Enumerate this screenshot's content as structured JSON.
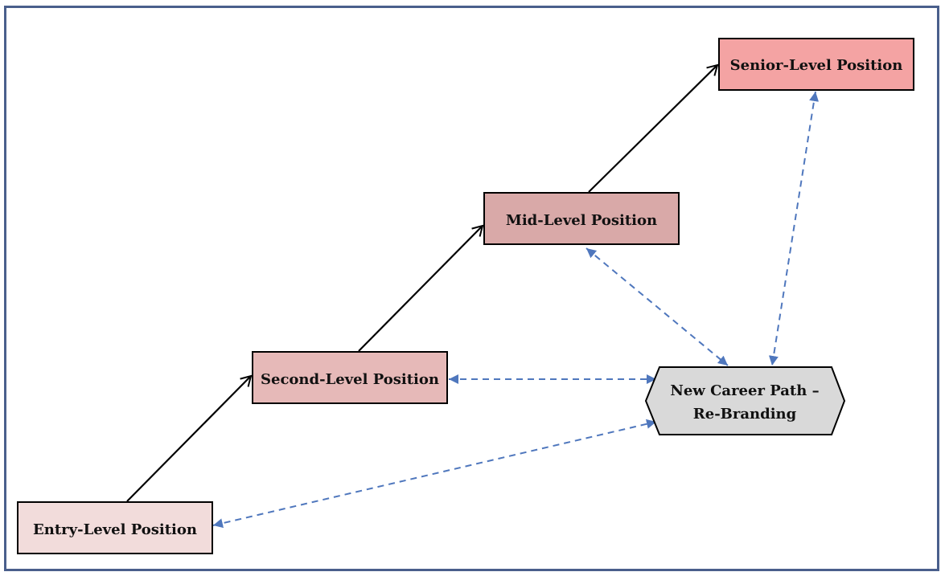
{
  "diagram": {
    "nodes": {
      "entry": {
        "label": "Entry-Level Position",
        "fill": "#f2dcdb"
      },
      "second": {
        "label": "Second-Level Position",
        "fill": "#e6b9b8"
      },
      "mid": {
        "label": "Mid-Level Position",
        "fill": "#d9a9a8"
      },
      "senior": {
        "label": "Senior-Level Position",
        "fill": "#f4a3a3"
      },
      "new_path": {
        "label_line1": "New Career Path –",
        "label_line2": "Re-Branding",
        "fill": "#d9d9d9"
      }
    },
    "colors": {
      "frame": "#4a5f8c",
      "solid_arrow": "#000000",
      "dashed_arrow": "#4f77bd"
    }
  }
}
